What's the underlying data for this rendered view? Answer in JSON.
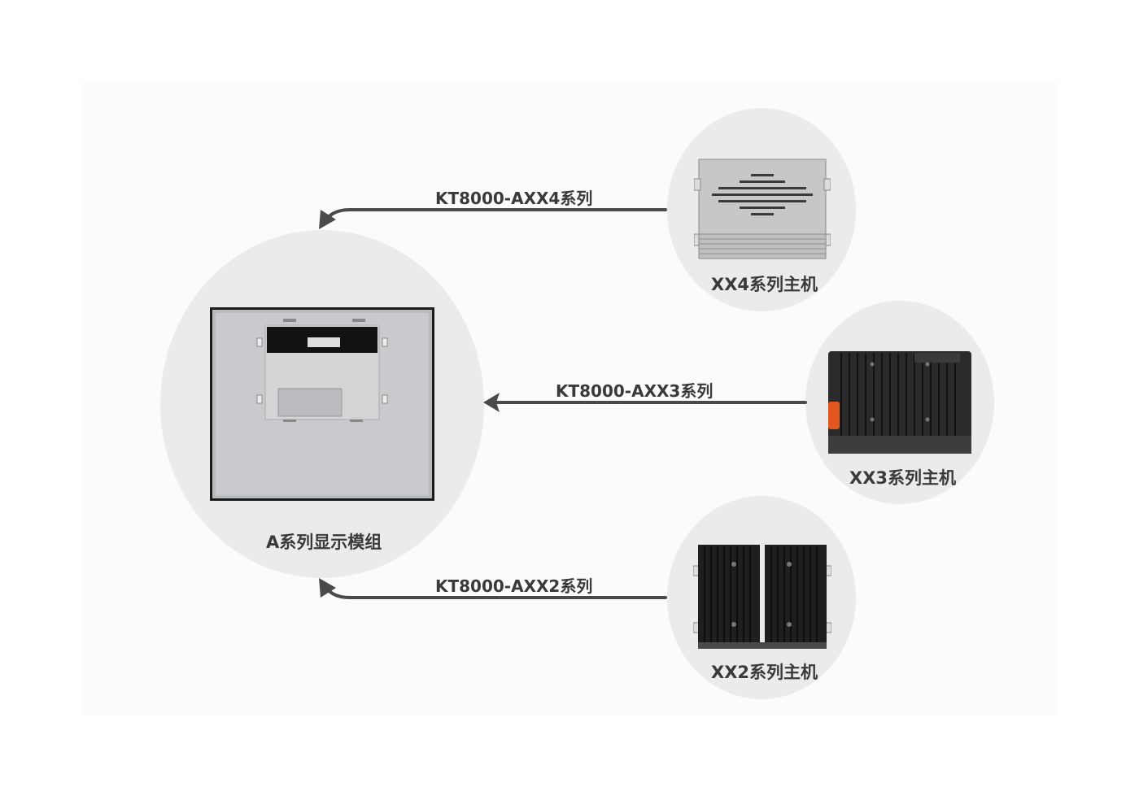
{
  "display_module": {
    "label": "A系列显示模组"
  },
  "hosts": [
    {
      "label": "XX4系列主机",
      "connection": "KT8000-AXX4系列"
    },
    {
      "label": "XX3系列主机",
      "connection": "KT8000-AXX3系列"
    },
    {
      "label": "XX2系列主机",
      "connection": "KT8000-AXX2系列"
    }
  ],
  "colors": {
    "arrow": "#4a4a4a",
    "circle": "#ebebeb",
    "text": "#3a3a3a",
    "accent_orange": "#e2571f"
  }
}
